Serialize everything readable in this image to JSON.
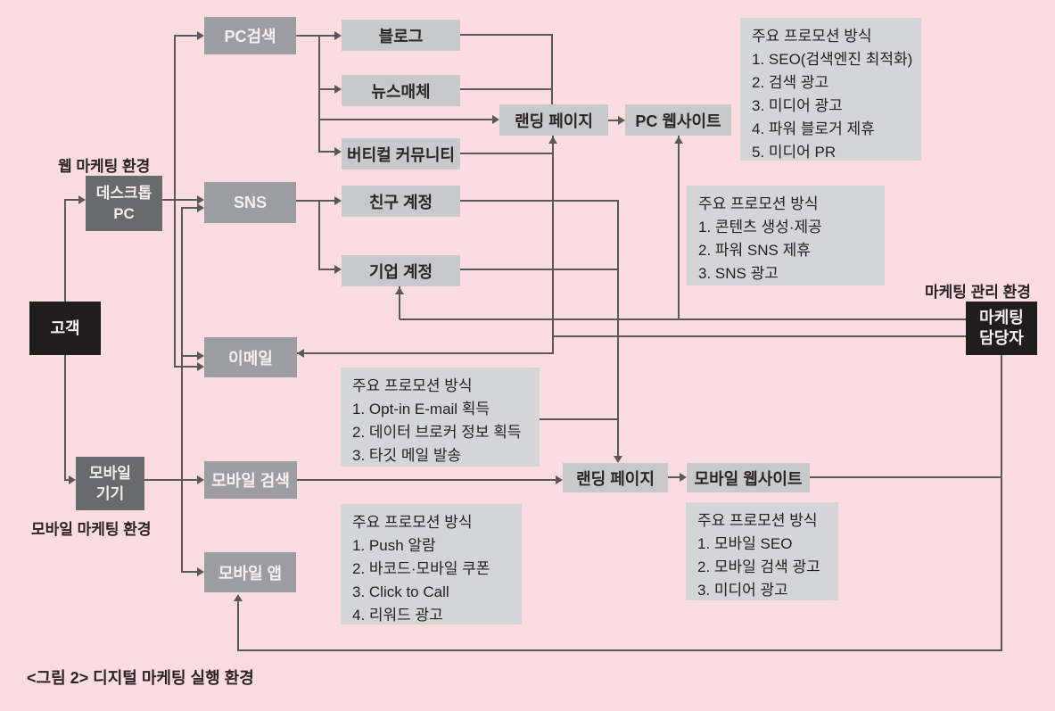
{
  "figure": {
    "caption": "<그림 2> 디지털 마케팅 실행 환경"
  },
  "environment_labels": {
    "web": "웹 마케팅 환경",
    "mobile": "모바일 마케팅 환경",
    "management": "마케팅 관리 환경"
  },
  "nodes": {
    "customer": "고객",
    "desktop_pc": "데스크톱\nPC",
    "mobile_device": "모바일\n기기",
    "pc_search": "PC검색",
    "sns": "SNS",
    "email": "이메일",
    "mobile_search": "모바일 검색",
    "mobile_app": "모바일 앱",
    "blog": "블로그",
    "news_media": "뉴스매체",
    "vertical_community": "버티컬 커뮤니티",
    "friend_account": "친구 계정",
    "corporate_account": "기업 계정",
    "landing_page_pc": "랜딩 페이지",
    "pc_website": "PC 웹사이트",
    "landing_page_mobile": "랜딩 페이지",
    "mobile_website": "모바일 웹사이트",
    "marketing_manager": "마케팅\n담당자"
  },
  "promotion_boxes": {
    "pc_search_promo": {
      "title": "주요 프로모션 방식",
      "items": [
        "1. SEO(검색엔진 최적화)",
        "2. 검색 광고",
        "3. 미디어 광고",
        "4. 파워 블로거 제휴",
        "5. 미디어 PR"
      ]
    },
    "sns_promo": {
      "title": "주요 프로모션 방식",
      "items": [
        "1. 콘텐츠 생성·제공",
        "2. 파워 SNS 제휴",
        "3. SNS 광고"
      ]
    },
    "email_promo": {
      "title": "주요 프로모션 방식",
      "items": [
        "1. Opt-in E-mail 획득",
        "2. 데이터 브로커 정보 획득",
        "3. 타깃 메일 발송"
      ]
    },
    "mobile_app_promo": {
      "title": "주요 프로모션 방식",
      "items": [
        "1. Push 알람",
        "2. 바코드·모바일 쿠폰",
        "3. Click to Call",
        "4. 리워드 광고"
      ]
    },
    "mobile_web_promo": {
      "title": "주요 프로모션 방식",
      "items": [
        "1. 모바일 SEO",
        "2. 모바일 검색 광고",
        "3. 미디어 광고"
      ]
    }
  },
  "colors": {
    "background": "#fbdce1",
    "black_node": "#201d1e",
    "dark_node": "#696a6b",
    "mid_node": "#9c9da0",
    "light_node": "#c8c9cb",
    "promo_box": "#d3d5d7",
    "line": "#59595b"
  }
}
